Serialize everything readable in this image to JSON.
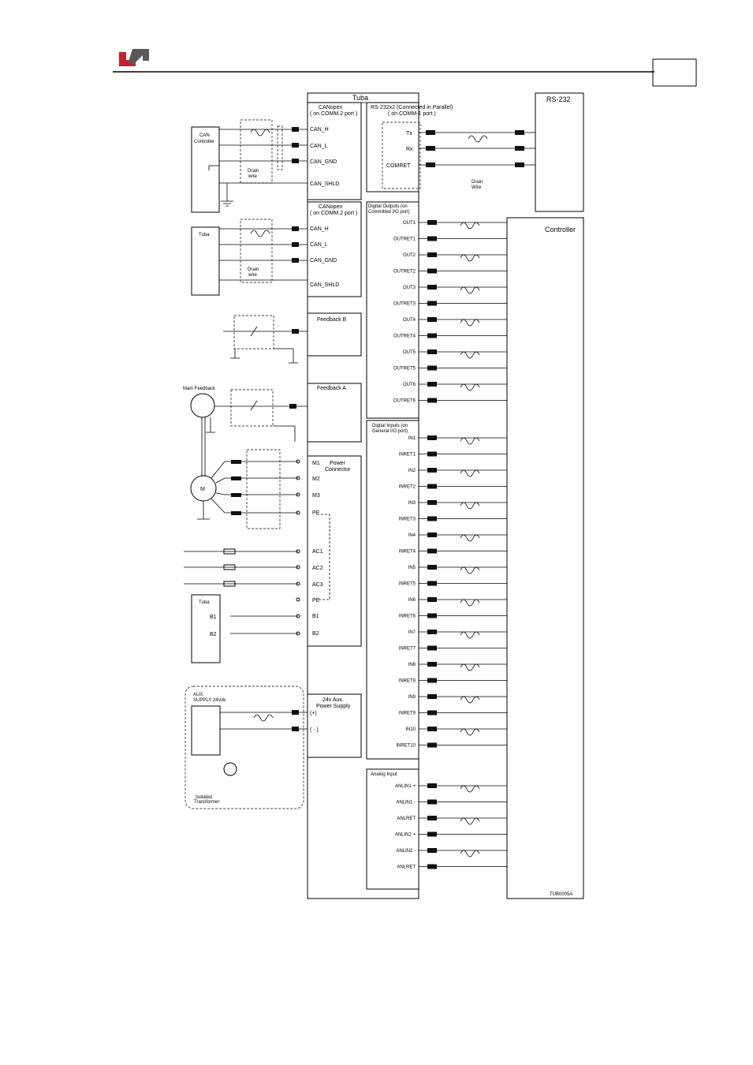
{
  "header": {
    "page_number_box": ""
  },
  "main_block": {
    "title": "Tuba"
  },
  "rs232": {
    "title": "RS-232"
  },
  "controller": {
    "title": "Controller"
  },
  "canopen_1": {
    "title_line1": "CANopen",
    "title_line2": "( on COMM.2 port )",
    "pins": [
      "CAN_H",
      "CAN_L",
      "CAN_GND",
      "CAN_SHLD"
    ],
    "device_line1": "CAN",
    "device_line2": "Controller",
    "drain_line1": "Drain",
    "drain_line2": "wire"
  },
  "canopen_2": {
    "title_line1": "CANopen",
    "title_line2": "( on COMM.2 port )",
    "pins": [
      "CAN_H",
      "CAN_L",
      "CAN_GND",
      "CAN_SHLD"
    ],
    "device": "Tuba",
    "drain_line1": "Drain",
    "drain_line2": "wire"
  },
  "rs232x2": {
    "title_line1": "RS-232x2 (Connected in Parallel)",
    "title_line2": "( on COMM-1 port )",
    "pins": [
      "Tx",
      "Rx",
      "COMRET"
    ],
    "drain_line1": "Drain",
    "drain_line2": "Wire"
  },
  "digital_outputs": {
    "title_line1": "Digital Outputs (on",
    "title_line2": "Committed I/O port)",
    "pins": [
      "OUT1",
      "OUTRET1",
      "OUT2",
      "OUTRET2",
      "OUT3",
      "OUTRET3",
      "OUT4",
      "OUTRET4",
      "OUT5",
      "OUTRET5",
      "OUT6",
      "OUTRET6"
    ]
  },
  "digital_inputs": {
    "title_line1": "Digital Inputs (on",
    "title_line2": "General I/O port)",
    "pins": [
      "IN1",
      "INRET1",
      "IN2",
      "INRET2",
      "IN3",
      "INRET3",
      "IN4",
      "INRET4",
      "IN5",
      "INRET5",
      "IN6",
      "INRET6",
      "IN7",
      "INRET7",
      "IN8",
      "INRET8",
      "IN9",
      "INRET9",
      "IN10",
      "INRET10"
    ]
  },
  "analog_input": {
    "title": "Analog Input",
    "pins": [
      "ANLIN1 +",
      "ANLIN1 -",
      "ANLRET",
      "ANLIN2 +",
      "ANLIN2 -",
      "ANLRET"
    ]
  },
  "feedback_b": {
    "title": "Feedback B"
  },
  "feedback_a": {
    "title": "Feedback A",
    "device": "Main Feedback"
  },
  "power": {
    "title_line1": "Power",
    "title_line2": "Connector",
    "motor_pins": [
      "M1",
      "M2",
      "M3",
      "PE"
    ],
    "ac_pins": [
      "AC1",
      "AC2",
      "AC3",
      "PE"
    ],
    "dc_pins": [
      "B1",
      "B2"
    ],
    "motor_label": "M",
    "tuba_label": "Tuba",
    "tuba_pins": [
      "B1",
      "B2"
    ]
  },
  "aux": {
    "title_line1": "24v Aux.",
    "title_line2": "Power Supply",
    "pins": [
      "(+)",
      "( - )"
    ],
    "supply_line1": "AUX.",
    "supply_line2": "SUPPLY 24Vdc",
    "transformer_line1": "Isolated",
    "transformer_line2": "Transformer"
  },
  "figure_code": "TUB0005A"
}
